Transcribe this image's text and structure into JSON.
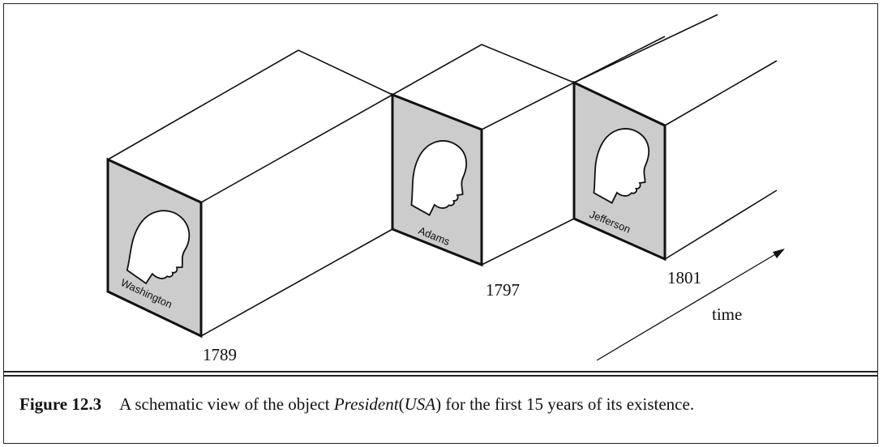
{
  "figure": {
    "label": "Figure 12.3",
    "caption_before": "A schematic view of the object ",
    "caption_object": "President",
    "caption_paren_open": "(",
    "caption_arg": "USA",
    "caption_paren_close": ")",
    "caption_after": " for the first 15 years of its existence."
  },
  "diagram": {
    "portraits": [
      {
        "name": "Washington",
        "year": "1789",
        "icon": "head-silhouette-icon"
      },
      {
        "name": "Adams",
        "year": "1797",
        "icon": "head-silhouette-icon"
      },
      {
        "name": "Jefferson",
        "year": "1801",
        "icon": "head-silhouette-icon"
      }
    ],
    "time_label": "time",
    "colors": {
      "portrait_fill": "#cccccc",
      "line": "#111111"
    }
  }
}
